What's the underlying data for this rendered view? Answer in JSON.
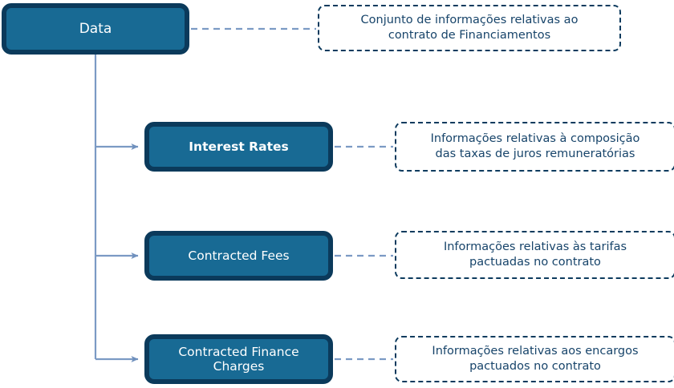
{
  "diagram": {
    "type": "hierarchy-tree-with-annotations",
    "colors": {
      "node_fill": "#186a94",
      "node_border": "#0b3a5b",
      "node_text": "#ffffff",
      "note_border": "#0d3b5e",
      "note_text": "#17446a",
      "connector": "#7b9ac4",
      "background": "#ffffff"
    },
    "root": {
      "label": "Data",
      "note": "Conjunto de informações relativas ao\ncontrato de Financiamentos"
    },
    "children": [
      {
        "label": "Interest Rates",
        "note": "Informações relativas à composição\ndas taxas de juros remuneratórias"
      },
      {
        "label": "Contracted Fees",
        "note": "Informações relativas às tarifas\npactuadas no contrato"
      },
      {
        "label": "Contracted Finance\nCharges",
        "note": "Informações relativas aos encargos\npactuados no contrato"
      }
    ]
  }
}
